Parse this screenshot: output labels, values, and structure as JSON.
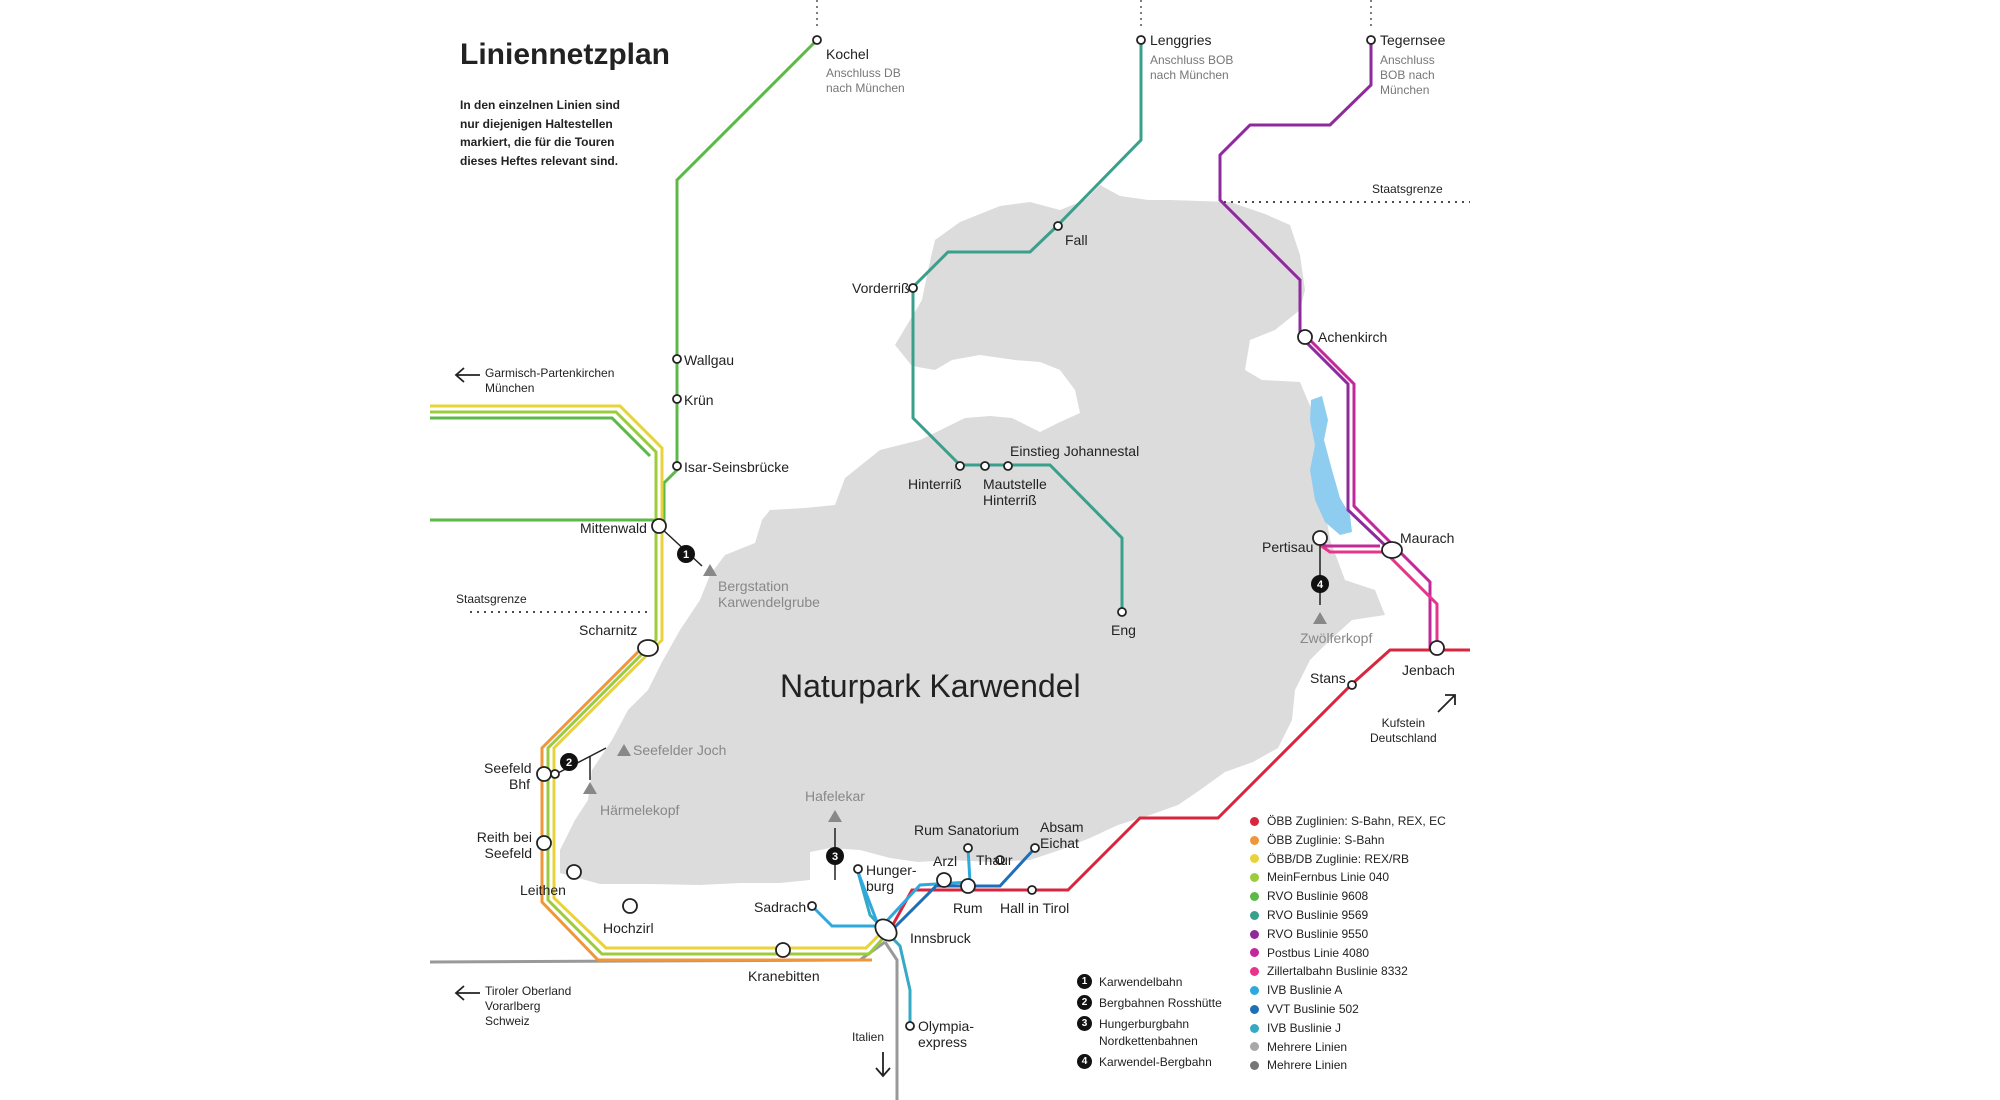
{
  "title": "Liniennetzplan",
  "intro": "In den einzelnen Linien sind nur diejenigen Haltestellen markiert, die für die Touren dieses Heftes relevant sind.",
  "park_name": "Naturpark Karwendel",
  "border_label": "Staatsgrenze",
  "directions": {
    "west_north": [
      "Garmisch-Partenkirchen",
      "München"
    ],
    "west_south": [
      "Tiroler Oberland",
      "Vorarlberg",
      "Schweiz"
    ],
    "south": "Italien",
    "east": [
      "Kufstein",
      "Deutschland"
    ]
  },
  "stations": {
    "kochel": "Kochel",
    "kochel_sub": [
      "Anschluss DB",
      "nach München"
    ],
    "lenggries": "Lenggries",
    "lenggries_sub": [
      "Anschluss BOB",
      "nach München"
    ],
    "tegernsee": "Tegernsee",
    "tegernsee_sub": [
      "Anschluss",
      "BOB nach",
      "München"
    ],
    "fall": "Fall",
    "vorderriss": "Vorderriß",
    "hinterriss": "Hinterriß",
    "mautstelle": [
      "Mautstelle",
      "Hinterriß"
    ],
    "einstieg": "Einstieg Johannestal",
    "eng": "Eng",
    "achenkirch": "Achenkirch",
    "pertisau": "Pertisau",
    "maurach": "Maurach",
    "jenbach": "Jenbach",
    "stans": "Stans",
    "wallgau": "Wallgau",
    "kruen": "Krün",
    "isar": "Isar-Seinsbrücke",
    "mittenwald": "Mittenwald",
    "scharnitz": "Scharnitz",
    "seefeld": [
      "Seefeld",
      "Bhf"
    ],
    "reith": [
      "Reith bei",
      "Seefeld"
    ],
    "leithen": "Leithen",
    "hochzirl": "Hochzirl",
    "kranebitten": "Kranebitten",
    "innsbruck": "Innsbruck",
    "sadrach": "Sadrach",
    "hungerburg": [
      "Hunger-",
      "burg"
    ],
    "arzl": "Arzl",
    "rum_sanatorium": "Rum Sanatorium",
    "thaur": "Thaur",
    "absam": [
      "Absam",
      "Eichat"
    ],
    "rum": "Rum",
    "hall": "Hall in Tirol",
    "olympia": [
      "Olympia-",
      "express"
    ]
  },
  "peaks": {
    "bergstation": [
      "Bergstation",
      "Karwendelgrube"
    ],
    "seefelder_joch": "Seefelder Joch",
    "haermelekopf": "Härmelekopf",
    "hafelekar": "Hafelekar",
    "zwoelferkopf": "Zwölferkopf"
  },
  "cable_markers": [
    "1",
    "2",
    "3",
    "4"
  ],
  "cable_legend": [
    {
      "num": "1",
      "text": [
        "Karwendelbahn"
      ]
    },
    {
      "num": "2",
      "text": [
        "Bergbahnen Rosshütte"
      ]
    },
    {
      "num": "3",
      "text": [
        "Hungerburgbahn",
        "Nordkettenbahnen"
      ]
    },
    {
      "num": "4",
      "text": [
        "Karwendel-Bergbahn"
      ]
    }
  ],
  "line_legend": [
    {
      "label": "ÖBB Zuglinien: S-Bahn, REX, EC",
      "color": "#d7263d"
    },
    {
      "label": "ÖBB Zuglinie: S-Bahn",
      "color": "#f0963a"
    },
    {
      "label": "ÖBB/DB Zuglinie: REX/RB",
      "color": "#e8d33a"
    },
    {
      "label": "MeinFernbus Linie 040",
      "color": "#9ccc3c"
    },
    {
      "label": "RVO Buslinie 9608",
      "color": "#5cb848"
    },
    {
      "label": "RVO Buslinie 9569",
      "color": "#3aa08c"
    },
    {
      "label": "RVO Buslinie 9550",
      "color": "#8e2a9c"
    },
    {
      "label": "Postbus Linie 4080",
      "color": "#c2289a"
    },
    {
      "label": "Zillertalbahn Buslinie 8332",
      "color": "#e8358c"
    },
    {
      "label": "IVB Buslinie A",
      "color": "#2fa9dd"
    },
    {
      "label": "VVT Buslinie 502",
      "color": "#1f6fb8"
    },
    {
      "label": "IVB Buslinie J",
      "color": "#36aac4"
    },
    {
      "label": "Mehrere Linien",
      "color": "#a8a8a8"
    },
    {
      "label": "Mehrere Linien",
      "color": "#777777"
    }
  ]
}
